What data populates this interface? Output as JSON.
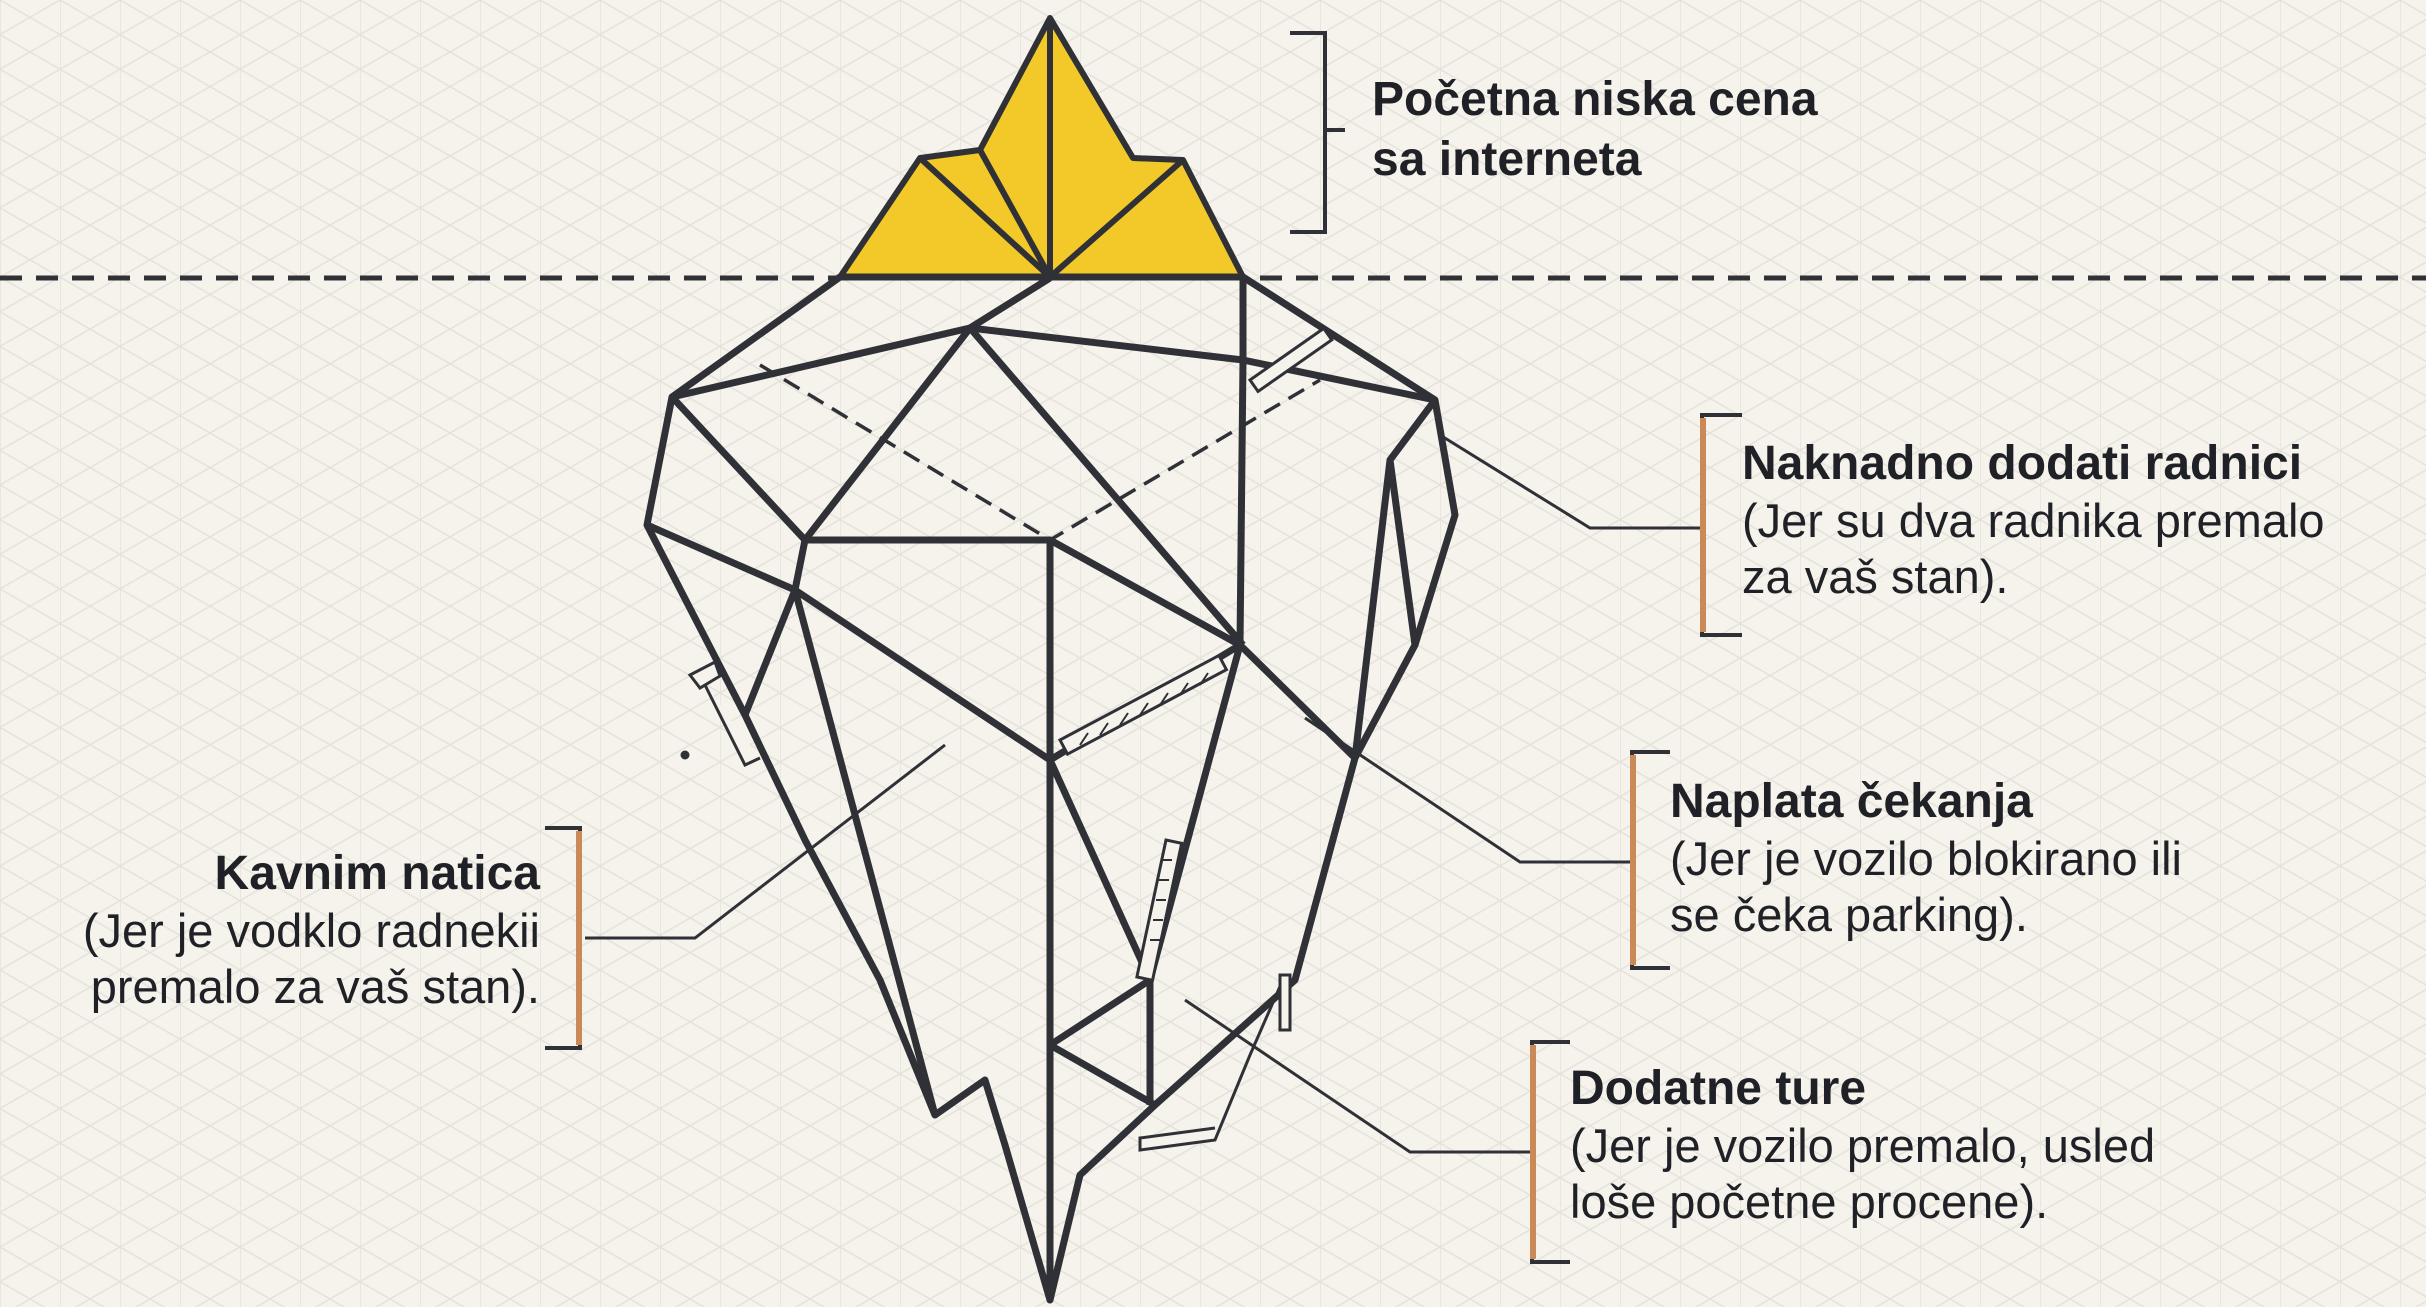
{
  "colors": {
    "background": "#f5f3ec",
    "grid": "#e2e0d8",
    "outline": "#2f3137",
    "tip_fill": "#f2c928",
    "bracket_accent": "#c98a58"
  },
  "icons": [
    "scale-ruler-icon",
    "vernier-caliper-icon",
    "measuring-tape-icon",
    "tool-clamp-icon"
  ],
  "labels": {
    "top": {
      "title": "Početna niska cena\nsa interneta"
    },
    "right_1": {
      "title": "Naknadno dodati radnici",
      "body": "(Jer su dva radnika premalo\nza vaš stan)."
    },
    "right_2": {
      "title": "Naplata čekanja",
      "body": "(Jer je vozilo blokirano ili\nse čeka parking)."
    },
    "right_3": {
      "title": "Dodatne ture",
      "body": "(Jer je vozilo premalo, usled\nloše početne procene)."
    },
    "left": {
      "title": "Kavnim natica",
      "body": "(Jer je vodklo radnekii\npremalo za vaš stan)."
    }
  }
}
